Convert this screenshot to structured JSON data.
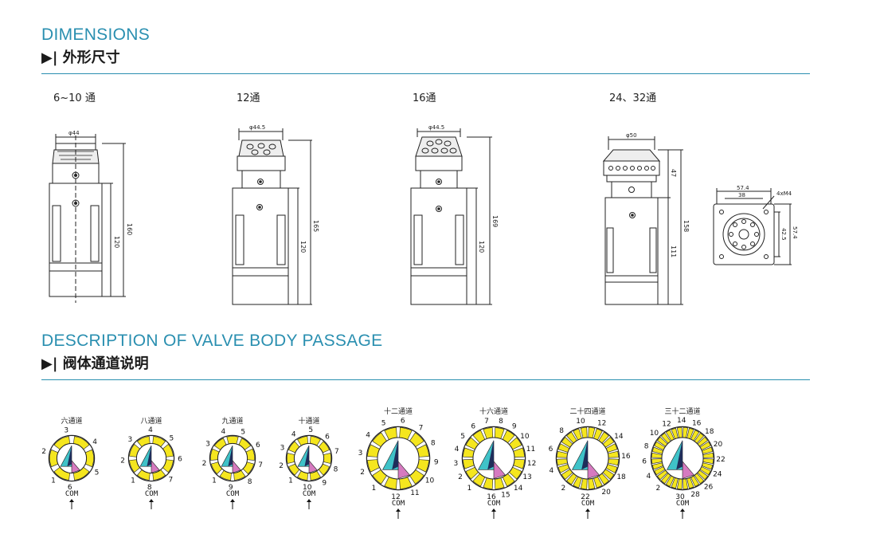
{
  "dimensions": {
    "title_en": "DIMENSIONS",
    "title_zh": "▶| 外形尺寸",
    "models": [
      {
        "caption": "6~10 通",
        "dia": "φ44",
        "dims": [
          "160",
          "120"
        ]
      },
      {
        "caption": "12通",
        "dia": "φ44.5",
        "dims": [
          "165",
          "120"
        ]
      },
      {
        "caption": "16通",
        "dia": "φ44.5",
        "dims": [
          "169",
          "120"
        ]
      },
      {
        "caption": "24、32通",
        "dia": "φ50",
        "dims": [
          "47",
          "158",
          "111"
        ]
      }
    ],
    "flange": {
      "w1": "57.4",
      "w2": "38",
      "screw": "4xM4",
      "h1": "42.5",
      "h2": "57.4"
    }
  },
  "passage": {
    "title_en": "DESCRIPTION OF VALVE BODY PASSAGE",
    "title_zh": "▶| 阀体通道说明",
    "com": "COM",
    "diagrams": [
      {
        "label": "六通道",
        "n": 6,
        "nums": [
          "1",
          "2",
          "3",
          "4",
          "5",
          "6"
        ]
      },
      {
        "label": "八通道",
        "n": 8,
        "nums": [
          "1",
          "2",
          "3",
          "4",
          "5",
          "6",
          "7",
          "8"
        ]
      },
      {
        "label": "九通道",
        "n": 9,
        "nums": [
          "1",
          "2",
          "3",
          "4",
          "5",
          "6",
          "7",
          "8",
          "9"
        ]
      },
      {
        "label": "十通道",
        "n": 10,
        "nums": [
          "1",
          "2",
          "3",
          "4",
          "5",
          "6",
          "7",
          "8",
          "9",
          "10"
        ]
      },
      {
        "label": "十二通道",
        "n": 12,
        "nums": [
          "1",
          "2",
          "3",
          "4",
          "5",
          "6",
          "7",
          "8",
          "9",
          "10",
          "11",
          "12"
        ]
      },
      {
        "label": "十六通道",
        "n": 16,
        "nums": [
          "1",
          "2",
          "3",
          "4",
          "5",
          "6",
          "7",
          "8",
          "9",
          "10",
          "11",
          "12",
          "13",
          "14",
          "15",
          "16"
        ]
      },
      {
        "label": "二十四通道",
        "n": 24,
        "nums": [
          "2",
          "4",
          "6",
          "8",
          "10",
          "12",
          "14",
          "16",
          "18",
          "20",
          "22"
        ]
      },
      {
        "label": "三十二通道",
        "n": 32,
        "nums": [
          "2",
          "4",
          "6",
          "8",
          "10",
          "12",
          "14",
          "16",
          "18",
          "20",
          "22",
          "24",
          "26",
          "28",
          "30"
        ]
      }
    ],
    "colors": {
      "yellow": "#f5e61e",
      "pink": "#d67ac0",
      "teal": "#3fc2c8",
      "navy": "#1f2d5a"
    }
  }
}
